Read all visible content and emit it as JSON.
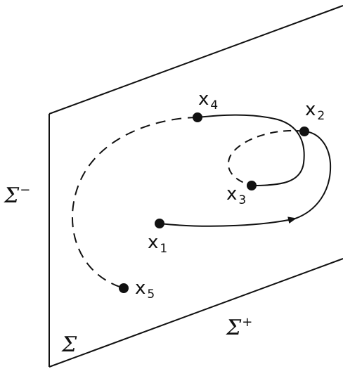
{
  "plane": {
    "label": "Σ",
    "upper_region_label": {
      "main": "Σ",
      "sup": "−"
    },
    "lower_region_label": {
      "main": "Σ",
      "sup": "+"
    }
  },
  "points": [
    {
      "id": "x1",
      "main": "x",
      "sub": "1"
    },
    {
      "id": "x2",
      "main": "x",
      "sub": "2"
    },
    {
      "id": "x3",
      "main": "x",
      "sub": "3"
    },
    {
      "id": "x4",
      "main": "x",
      "sub": "4"
    },
    {
      "id": "x5",
      "main": "x",
      "sub": "5"
    }
  ],
  "colors": {
    "ink": "#111111",
    "background": "#ffffff"
  }
}
